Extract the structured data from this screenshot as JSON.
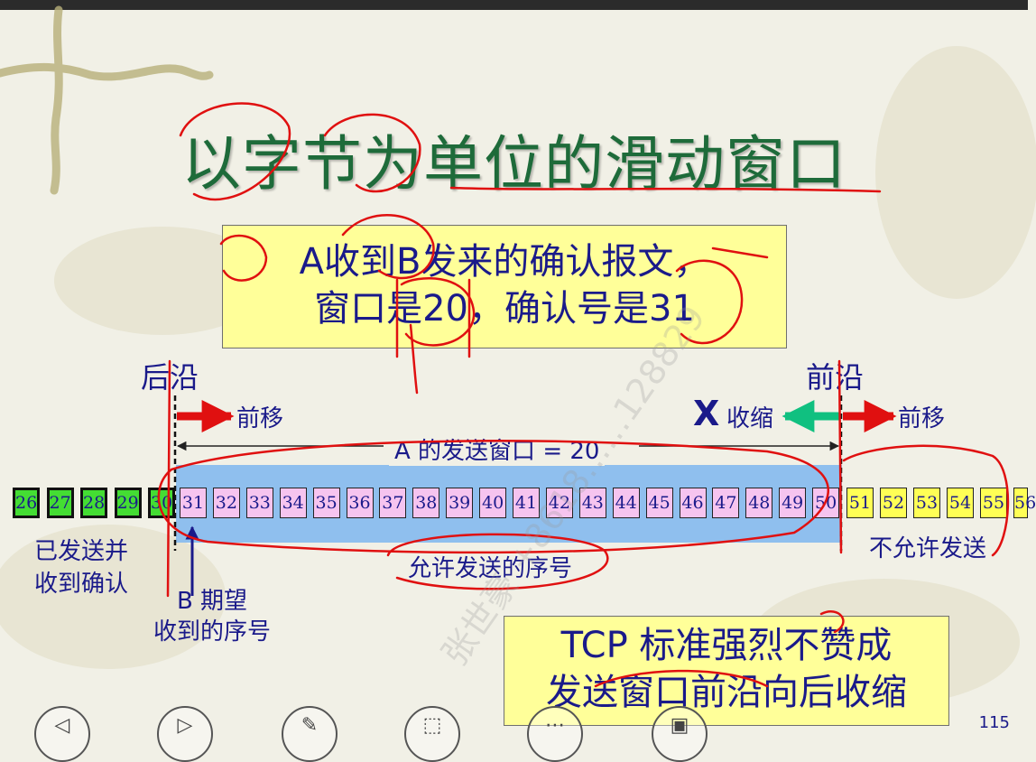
{
  "slide": {
    "title": "以字节为单位的滑动窗口",
    "info_box_line1": "A收到B发来的确认报文，",
    "info_box_line2": "窗口是20，确认号是31",
    "rear_edge": "后沿",
    "front_edge": "前沿",
    "move_forward_left": "前移",
    "move_forward_right": "前移",
    "shrink": "收缩",
    "shrink_mark": "X",
    "send_window_label": "A 的发送窗口 = 20",
    "sent_acked_line1": "已发送并",
    "sent_acked_line2": "收到确认",
    "expect_line1": "B 期望",
    "expect_line2": "收到的序号",
    "allowed_label": "允许发送的序号",
    "not_allowed_label": "不允许发送",
    "note_line1": "TCP 标准强烈不赞成",
    "note_line2": "发送窗口前沿向后收缩",
    "page_number": "115",
    "watermark": "张世豪 +8618……128829"
  },
  "sequence": {
    "acked": [
      "26",
      "27",
      "28",
      "29",
      "30"
    ],
    "window": [
      "31",
      "32",
      "33",
      "34",
      "35",
      "36",
      "37",
      "38",
      "39",
      "40",
      "41",
      "42",
      "43",
      "44",
      "45",
      "46",
      "47",
      "48",
      "49",
      "50"
    ],
    "not_allowed": [
      "51",
      "52",
      "53",
      "54",
      "55",
      "56"
    ]
  },
  "nav": {
    "prev_icon": "◁",
    "next_icon": "▷",
    "pen_icon": "✎",
    "pointer_icon": "⬚",
    "menu_icon": "⋯",
    "slides_icon": "▣"
  },
  "colors": {
    "title": "#1e6b3a",
    "text": "#1a1a8a",
    "acked_cell": "#44dd33",
    "window_cell": "#f6c4ef",
    "not_allowed_cell": "#ffff55",
    "window_band": "#8fbfee",
    "arrow_red": "#e01010",
    "arrow_green": "#10c080",
    "annotation": "#e01010"
  }
}
